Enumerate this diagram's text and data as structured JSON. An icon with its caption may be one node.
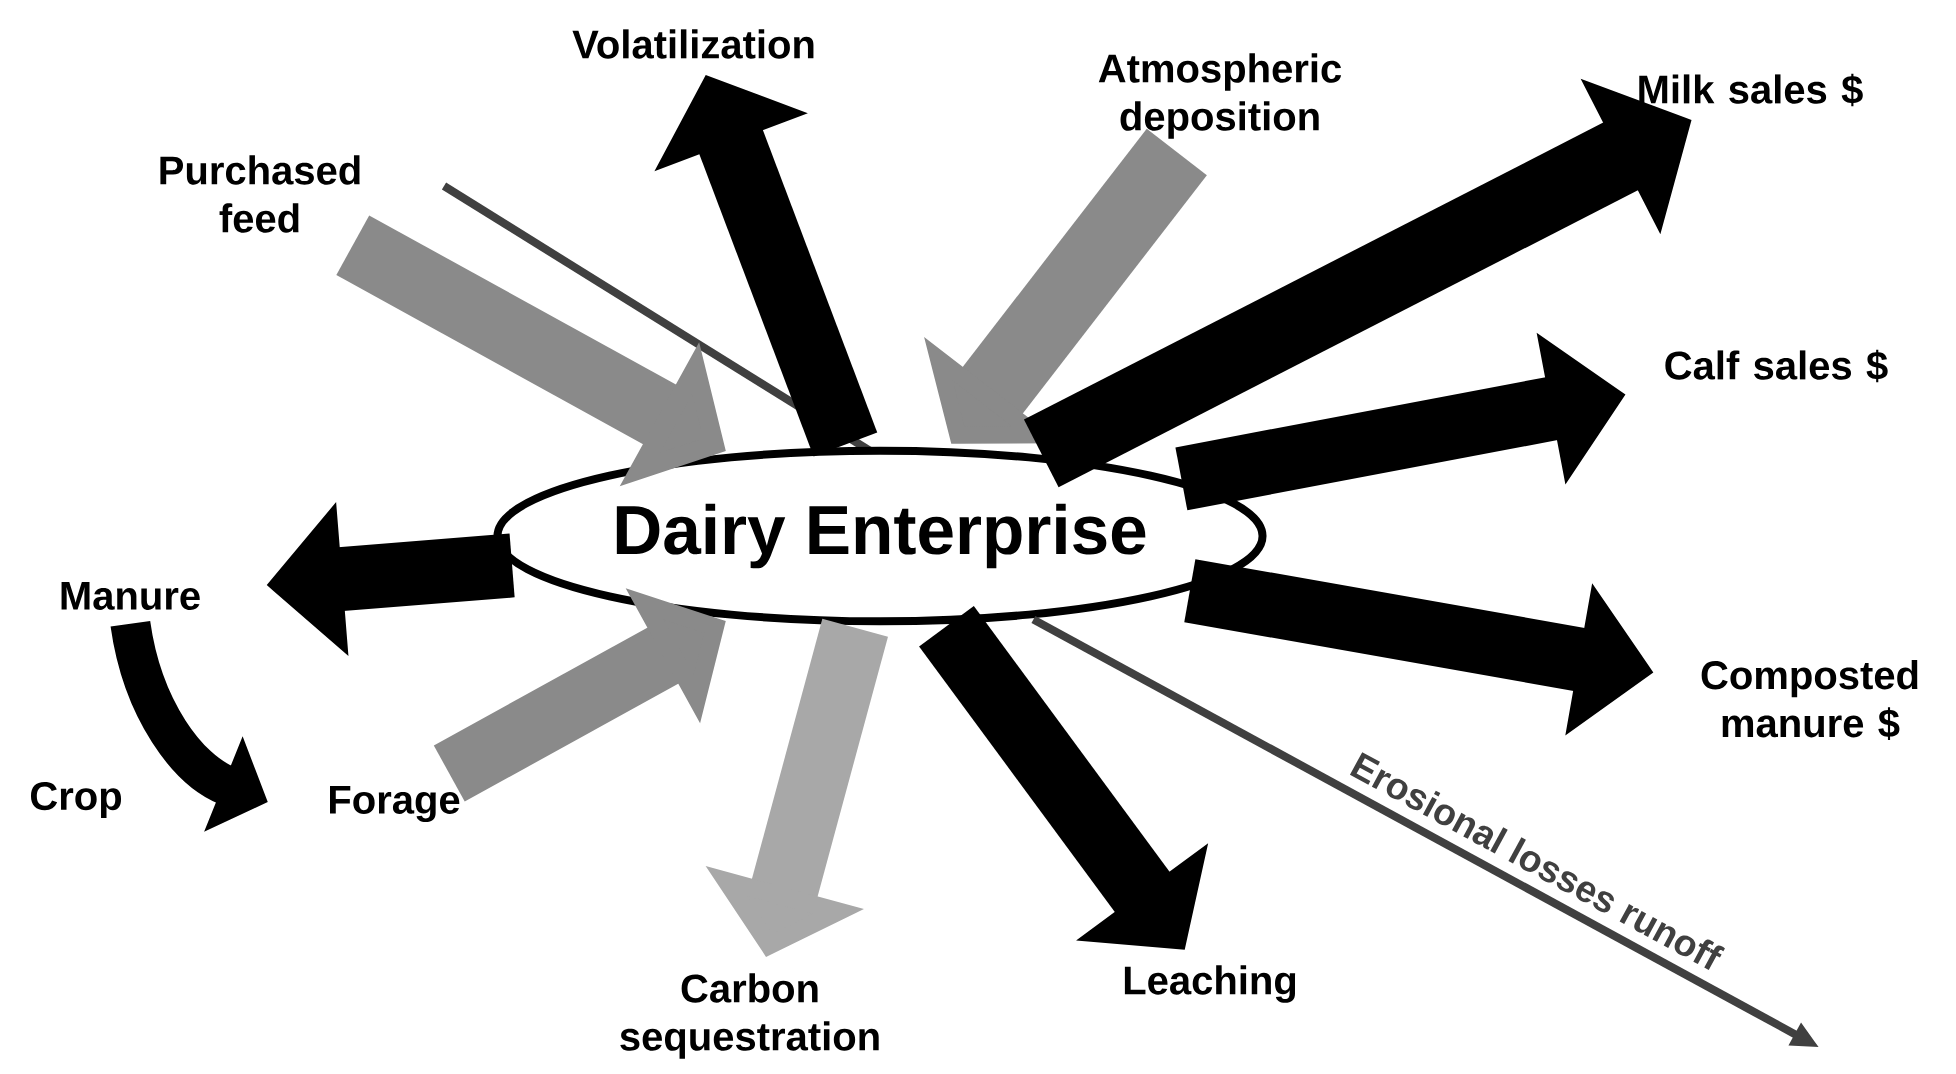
{
  "diagram": {
    "nodes": [
      {
        "text": [
          "Dairy Enterprise"
        ]
      },
      {
        "text": [
          "Volatilization"
        ]
      },
      {
        "text": [
          "Atmospheric deposition"
        ]
      },
      {
        "text": [
          "Milk sales $"
        ]
      },
      {
        "text": [
          "Purchased feed"
        ]
      },
      {
        "text": [
          "Calf sales $"
        ]
      },
      {
        "text": [
          "Manure"
        ]
      },
      {
        "text": [
          "Composted manure $"
        ]
      },
      {
        "text": [
          "Forage"
        ]
      },
      {
        "text": [
          "Carbon sequestration"
        ]
      },
      {
        "text": [
          "Leaching"
        ]
      }
    ],
    "edges": [
      {
        "from": 0,
        "to": 1,
        "arrow": "to"
      },
      {
        "from": 2,
        "to": 0,
        "arrow": "to",
        "color": "#8a8a8a"
      },
      {
        "from": 0,
        "to": 3,
        "arrow": "to"
      },
      {
        "from": 4,
        "to": 0,
        "arrow": "to",
        "color": "#8a8a8a"
      },
      {
        "from": 0,
        "to": 5,
        "arrow": "to"
      },
      {
        "from": 0,
        "to": 6,
        "arrow": "to"
      },
      {
        "from": 0,
        "to": 7,
        "arrow": "to"
      },
      {
        "from": 8,
        "to": 0,
        "arrow": "to",
        "color": "#8a8a8a"
      },
      {
        "from": 0,
        "to": 9,
        "arrow": "to",
        "color": "#a8a8a8"
      },
      {
        "from": 0,
        "to": 10,
        "arrow": "to"
      },
      {
        "from": 6,
        "to": 8,
        "arrow": "to"
      },
      {
        "from": 0,
        "to": null,
        "arrow": "to",
        "label": "Erosional losses runoff",
        "color": "#404040"
      }
    ],
    "labels": [
      "Crop"
    ]
  }
}
